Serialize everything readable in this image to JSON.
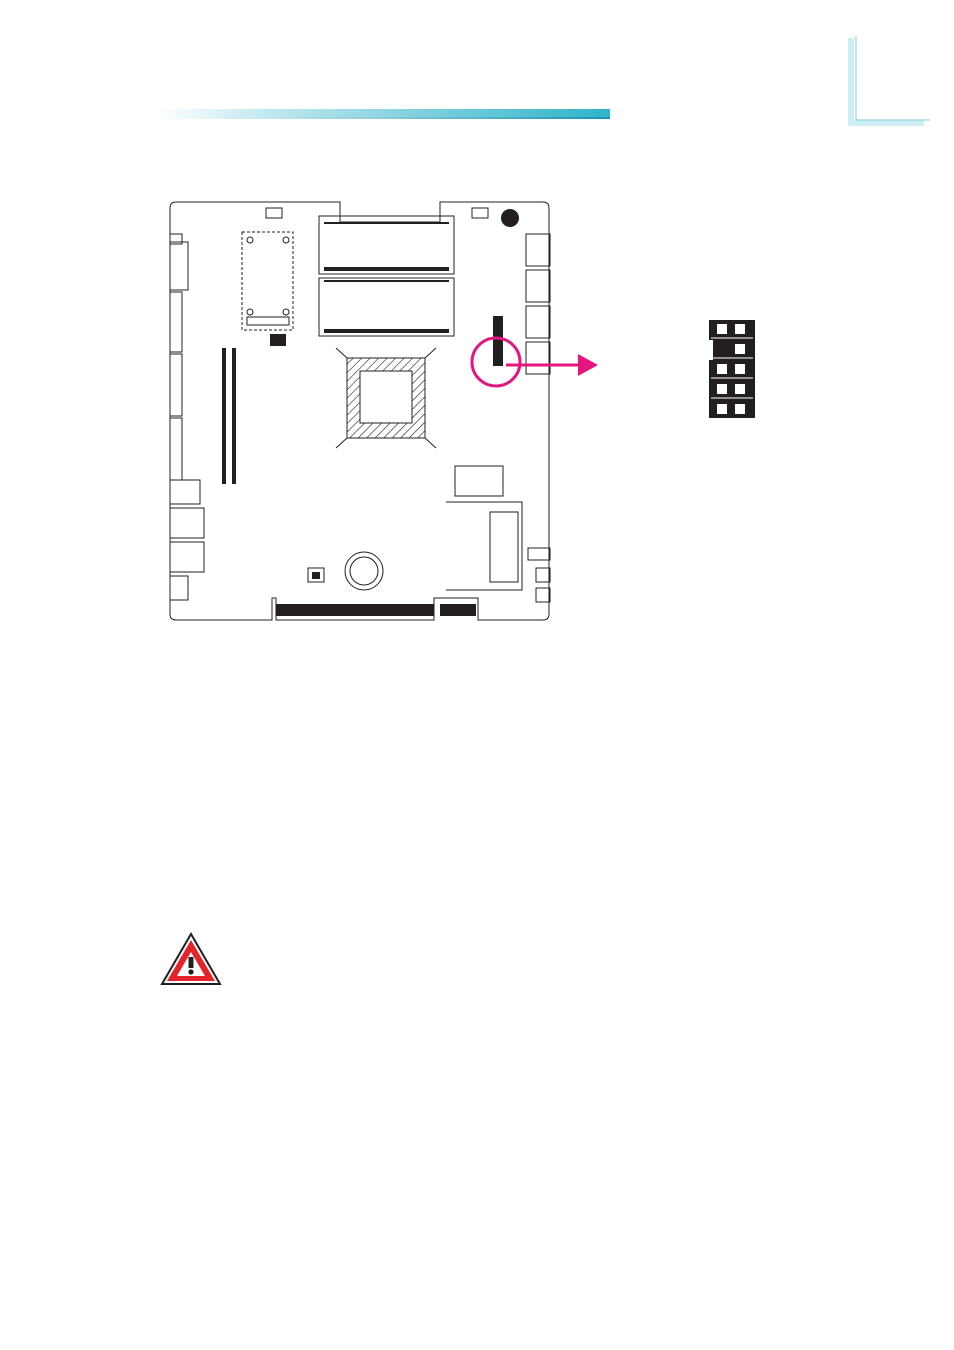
{
  "page": {
    "background": "#ffffff",
    "accent_color": "#33b5cc",
    "corner_color": "#a9dfe8"
  },
  "callout": {
    "color": "#e4157f"
  },
  "pin_header": {
    "rows": 5,
    "cols": 2,
    "body_color": "#231f20",
    "pin_color": "#ffffff",
    "key_notch_row": 2
  },
  "warning": {
    "icon": "warning-triangle-icon",
    "fill": "#e3242b",
    "mark": "!"
  }
}
